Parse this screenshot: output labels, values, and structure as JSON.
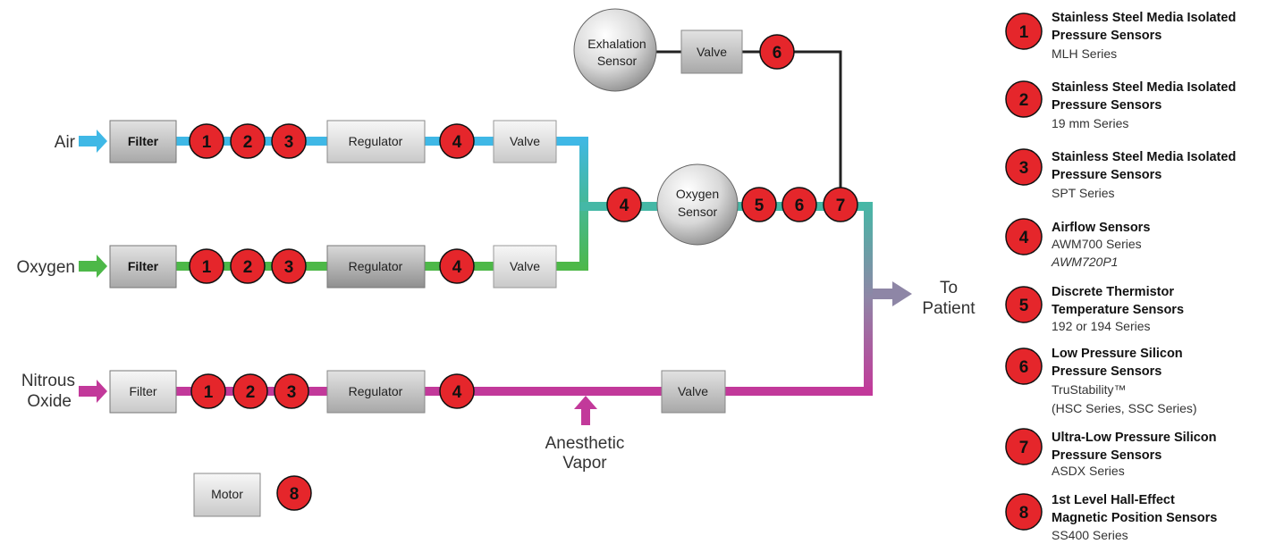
{
  "colors": {
    "air": "#3fb8e6",
    "oxygen": "#4db848",
    "nitrous": "#c2399a",
    "exhaust": "#222222",
    "patient": "#8e86a6",
    "sensor_red": "#e5262b"
  },
  "inputs": {
    "air": "Air",
    "oxygen": "Oxygen",
    "nitrous_line1": "Nitrous",
    "nitrous_line2": "Oxide"
  },
  "components": {
    "filter": "Filter",
    "regulator": "Regulator",
    "valve": "Valve",
    "motor": "Motor",
    "exhalation_line1": "Exhalation",
    "exhalation_line2": "Sensor",
    "oxygen_sensor_line1": "Oxygen",
    "oxygen_sensor_line2": "Sensor"
  },
  "labels": {
    "to_patient_line1": "To",
    "to_patient_line2": "Patient",
    "anesthetic_line1": "Anesthetic",
    "anesthetic_line2": "Vapor"
  },
  "sensor_numbers": [
    "1",
    "2",
    "3",
    "4",
    "5",
    "6",
    "7",
    "8"
  ],
  "legend": [
    {
      "num": "1",
      "title1": "Stainless Steel Media Isolated",
      "title2": "Pressure Sensors",
      "sub1": "MLH Series",
      "sub2": ""
    },
    {
      "num": "2",
      "title1": "Stainless Steel Media Isolated",
      "title2": "Pressure Sensors",
      "sub1": "19 mm Series",
      "sub2": ""
    },
    {
      "num": "3",
      "title1": "Stainless Steel Media Isolated",
      "title2": "Pressure Sensors",
      "sub1": "SPT Series",
      "sub2": ""
    },
    {
      "num": "4",
      "title1": "Airflow Sensors",
      "title2": "",
      "sub1": "AWM700 Series",
      "sub2": "AWM720P1"
    },
    {
      "num": "5",
      "title1": "Discrete Thermistor",
      "title2": "Temperature Sensors",
      "sub1": "192 or 194 Series",
      "sub2": ""
    },
    {
      "num": "6",
      "title1": "Low Pressure Silicon",
      "title2": "Pressure Sensors",
      "sub1": "TruStability™",
      "sub2": "(HSC Series, SSC Series)"
    },
    {
      "num": "7",
      "title1": "Ultra-Low Pressure Silicon",
      "title2": "Pressure Sensors",
      "sub1": "ASDX Series",
      "sub2": ""
    },
    {
      "num": "8",
      "title1": "1st Level Hall-Effect",
      "title2": "Magnetic Position Sensors",
      "sub1": "SS400 Series",
      "sub2": ""
    }
  ]
}
